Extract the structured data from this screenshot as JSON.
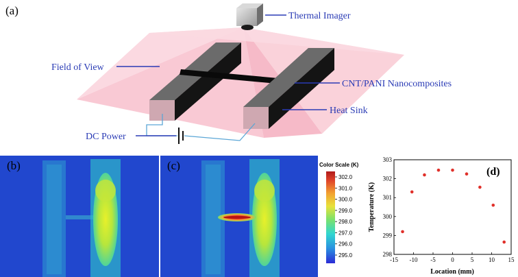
{
  "panel_a": {
    "panel_label": "(a)",
    "labels": {
      "thermal_imager": "Thermal Imager",
      "field_of_view": "Field of View",
      "cnt_pani": "CNT/PANI Nanocomposites",
      "heat_sink": "Heat Sink",
      "dc_power": "DC Power"
    },
    "colors": {
      "label_text": "#2a3bb5",
      "leader_line": "#2a3bb5",
      "field_of_view": "#f7b3c1",
      "wire": "#5aa6d6",
      "heat_sink_top": "#6a6a6a",
      "heat_sink_front": "#cfa9b2",
      "heat_sink_side": "#151515"
    }
  },
  "panel_b": {
    "panel_label": "(b)"
  },
  "panel_c": {
    "panel_label": "(c)"
  },
  "colorbar": {
    "title": "Color Scale (K)",
    "ticks": [
      "302.0",
      "301.0",
      "300.0",
      "299.0",
      "298.0",
      "297.0",
      "296.0",
      "295.0"
    ],
    "colors": [
      "#2b2bd6",
      "#2a8fe0",
      "#30d6d0",
      "#7de26a",
      "#e8e23a",
      "#f2a231",
      "#e0442a",
      "#b01b1b"
    ]
  },
  "chart_data": {
    "type": "scatter",
    "panel_label": "(d)",
    "xlabel": "Location (mm)",
    "ylabel": "Temperature (K)",
    "xlim": [
      -15,
      15
    ],
    "ylim": [
      298,
      303
    ],
    "xticks": [
      -15,
      -10,
      -5,
      0,
      5,
      10,
      15
    ],
    "yticks": [
      298,
      299,
      300,
      301,
      302,
      303
    ],
    "point_color": "#e0302a",
    "points": [
      {
        "x": -12.8,
        "y": 299.2
      },
      {
        "x": -10.4,
        "y": 301.3
      },
      {
        "x": -7.2,
        "y": 302.2
      },
      {
        "x": -3.6,
        "y": 302.45
      },
      {
        "x": 0,
        "y": 302.45
      },
      {
        "x": 3.6,
        "y": 302.25
      },
      {
        "x": 7.0,
        "y": 301.55
      },
      {
        "x": 10.4,
        "y": 300.6
      },
      {
        "x": 13.2,
        "y": 298.65
      }
    ]
  }
}
